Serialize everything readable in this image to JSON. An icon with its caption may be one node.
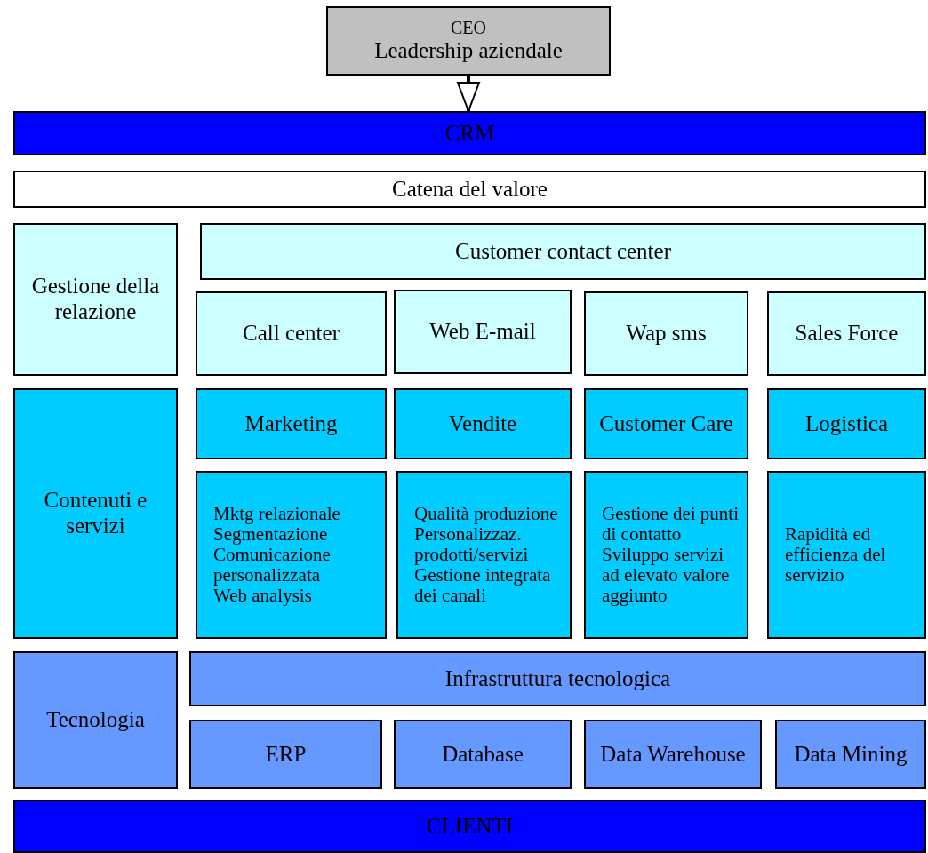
{
  "diagram": {
    "nodes": [
      {
        "text": [
          "CEO",
          "Leadership aziendale"
        ]
      },
      {
        "text": [
          "CRM"
        ]
      },
      {
        "text": [
          "Catena del valore"
        ]
      },
      {
        "text": [
          "Gestione della relazione"
        ]
      },
      {
        "text": [
          "Customer contact center"
        ]
      },
      {
        "text": [
          "Call center"
        ]
      },
      {
        "text": [
          "Web E-mail"
        ]
      },
      {
        "text": [
          "Wap sms"
        ]
      },
      {
        "text": [
          "Sales Force"
        ]
      },
      {
        "text": [
          "Contenuti e servizi"
        ]
      },
      {
        "text": [
          "Marketing"
        ]
      },
      {
        "text": [
          "Vendite"
        ]
      },
      {
        "text": [
          "Customer Care"
        ]
      },
      {
        "text": [
          "Logistica"
        ]
      },
      {
        "text": [
          "Mktg relazionale",
          "Segmentazione",
          "Comunicazione personalizzata",
          "Web analysis"
        ]
      },
      {
        "text": [
          "Qualità produzione",
          "Personalizzaz. prodotti/servizi",
          "Gestione integrata dei canali"
        ]
      },
      {
        "text": [
          "Gestione dei punti di contatto",
          "Sviluppo servizi ad elevato valore aggiunto"
        ]
      },
      {
        "text": [
          "Rapidità ed efficienza del servizio"
        ]
      },
      {
        "text": [
          "Tecnologia"
        ]
      },
      {
        "text": [
          "Infrastruttura tecnologica"
        ]
      },
      {
        "text": [
          "ERP"
        ]
      },
      {
        "text": [
          "Database"
        ]
      },
      {
        "text": [
          "Data Warehouse"
        ]
      },
      {
        "text": [
          "Data Mining"
        ]
      },
      {
        "text": [
          "CLIENTI"
        ]
      }
    ],
    "edges": [
      {
        "from": 0,
        "to": 1,
        "arrow": "to"
      }
    ]
  }
}
